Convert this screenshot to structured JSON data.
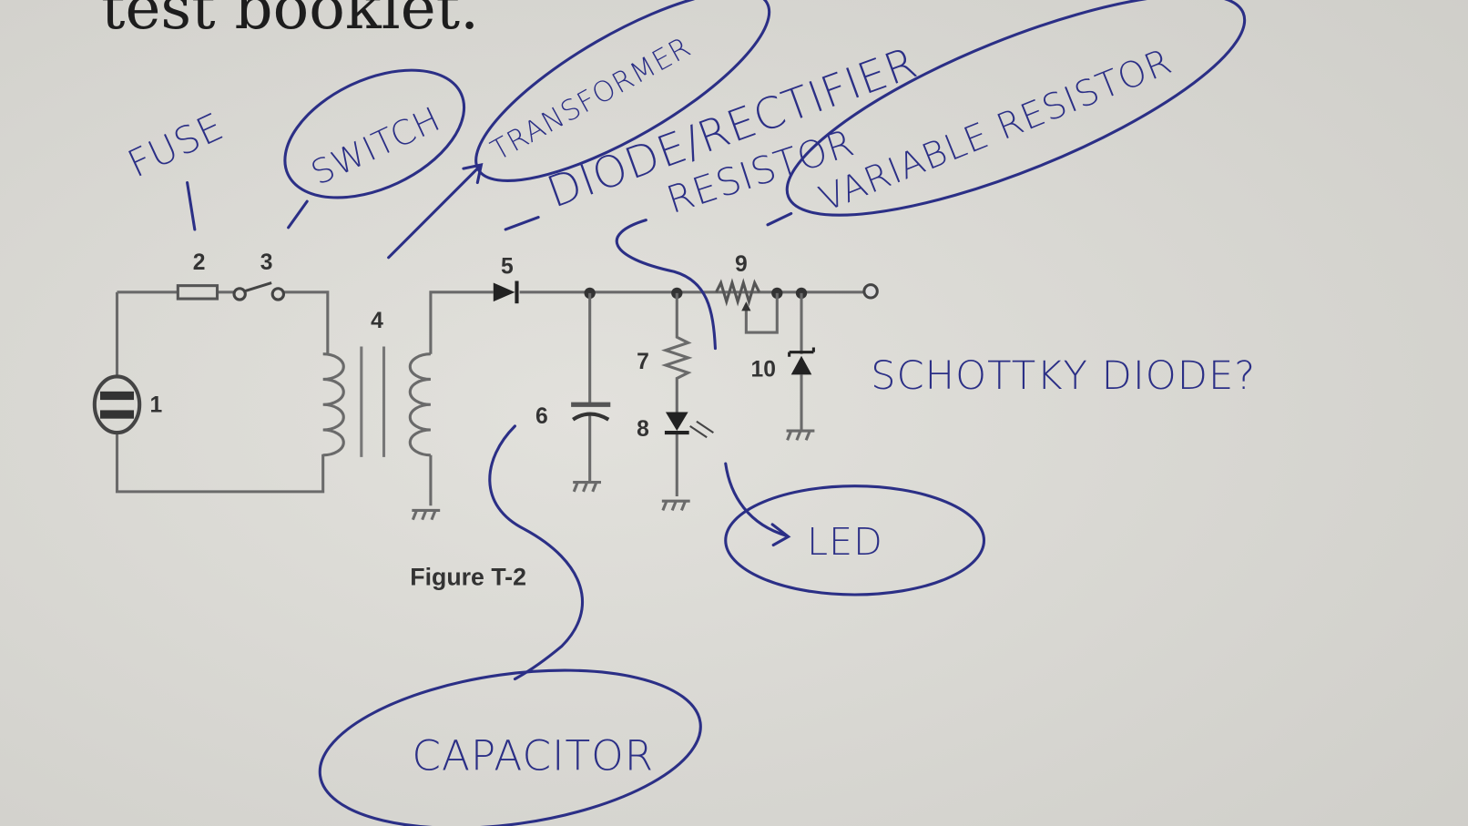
{
  "header_text": "test booklet.",
  "figure": {
    "caption": "Figure T-2",
    "component_numbers": [
      "1",
      "2",
      "3",
      "4",
      "5",
      "6",
      "7",
      "8",
      "9",
      "10"
    ]
  },
  "annotations": {
    "fuse": "FUSE",
    "switch": "SWITCH",
    "transformer": "TRANSFORMER",
    "diode": "DIODE/RECTIFIER",
    "resistor": "RESISTOR",
    "variable_resistor": "VARIABLE RESISTOR",
    "schottky": "SCHOTTKY DIODE?",
    "led": "LED",
    "capacitor": "CAPACITOR"
  },
  "colors": {
    "ink": "#2b2f86",
    "paper": "#d9d8d3"
  }
}
